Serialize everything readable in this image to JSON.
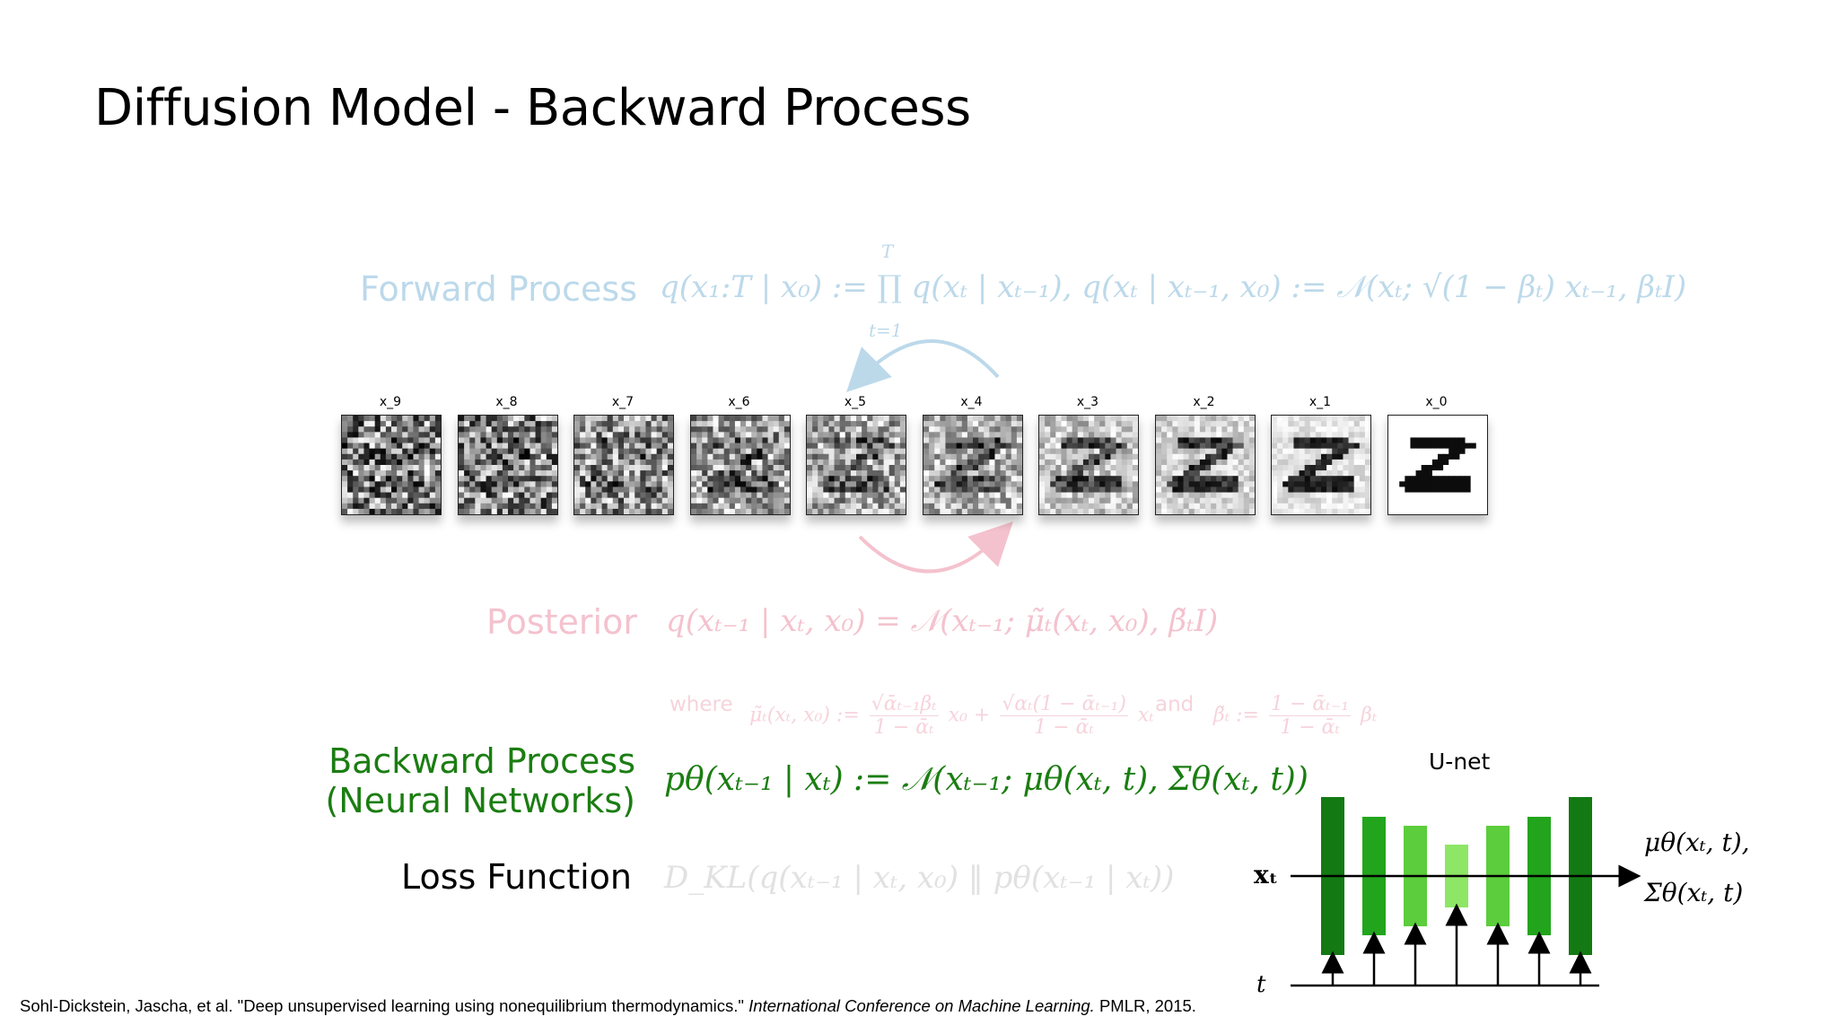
{
  "slide": {
    "title": "Diffusion Model - Backward Process",
    "forward": {
      "label": "Forward Process",
      "equation": "q(x₁:T | x₀) := ∏ q(xₜ | xₜ₋₁), q(xₜ | xₜ₋₁, x₀) := 𝒩(xₜ; √(1 − βₜ) xₜ₋₁, βₜI)",
      "prod_top": "T",
      "prod_bottom": "t=1"
    },
    "posterior": {
      "label": "Posterior",
      "equation": "q(xₜ₋₁ | xₜ, x₀) = 𝒩(xₜ₋₁; μ̃ₜ(xₜ, x₀), β̃ₜI)",
      "where": "where",
      "mu_def_lhs": "μ̃ₜ(xₜ, x₀) :=",
      "mu_frac1_num": "√ᾱₜ₋₁βₜ",
      "mu_frac1_den": "1 − ᾱₜ",
      "mu_mid": "x₀ +",
      "mu_frac2_num": "√αₜ(1 − ᾱₜ₋₁)",
      "mu_frac2_den": "1 − ᾱₜ",
      "mu_tail": "xₜ",
      "and": "and",
      "beta_def_lhs": "β̃ₜ :=",
      "beta_frac_num": "1 − ᾱₜ₋₁",
      "beta_frac_den": "1 − ᾱₜ",
      "beta_tail": "βₜ"
    },
    "backward": {
      "label_line1": "Backward Process",
      "label_line2": "(Neural Networks)",
      "equation": "pθ(xₜ₋₁ | xₜ) := 𝒩(xₜ₋₁; μθ(xₜ, t), Σθ(xₜ, t))"
    },
    "loss": {
      "label": "Loss Function",
      "equation": "D_KL(q(xₜ₋₁ | xₜ, x₀) ‖ pθ(xₜ₋₁ | xₜ))"
    },
    "frames": {
      "captions": [
        "x_9",
        "x_8",
        "x_7",
        "x_6",
        "x_5",
        "x_4",
        "x_3",
        "x_2",
        "x_1",
        "x_0"
      ],
      "noise_levels": [
        1.0,
        0.92,
        0.84,
        0.76,
        0.68,
        0.58,
        0.46,
        0.34,
        0.22,
        0.0
      ]
    },
    "unet": {
      "title": "U-net",
      "input_label": "xₜ",
      "time_label": "t",
      "output_line1": "μθ(xₜ, t),",
      "output_line2": "Σθ(xₜ, t)",
      "block_colors": [
        "#137a13",
        "#22a51c",
        "#5ccd3c",
        "#8ee666",
        "#5ccd3c",
        "#22a51c",
        "#137a13"
      ]
    },
    "colors": {
      "forward": "#bcd9ea",
      "posterior": "#f4c2ce",
      "backward": "#1b7d12",
      "loss": "#e1e1e1"
    },
    "citation": {
      "text": "Sohl-Dickstein, Jascha, et al. \"Deep unsupervised learning using nonequilibrium thermodynamics.\" ",
      "venue": "International Conference on Machine Learning.",
      "tail": " PMLR, 2015."
    }
  }
}
